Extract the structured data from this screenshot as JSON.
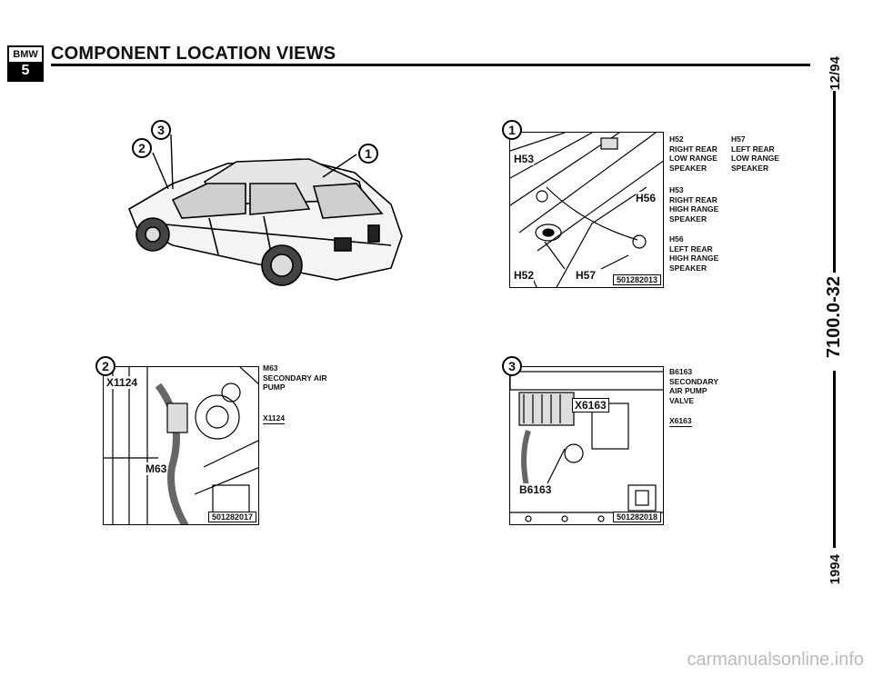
{
  "header": {
    "logo_top": "BMW",
    "logo_bottom": "5",
    "title": "COMPONENT LOCATION VIEWS"
  },
  "margin": {
    "date": "12/94",
    "code": "7100.0-32",
    "year": "1994"
  },
  "overview": {
    "callouts": [
      "1",
      "2",
      "3"
    ]
  },
  "fig1": {
    "callout": "1",
    "labels": {
      "h53": "H53",
      "h56": "H56",
      "h52": "H52",
      "h57": "H57"
    },
    "part_number": "501282013",
    "legend_left": [
      [
        "H52",
        "RIGHT REAR",
        "LOW RANGE",
        "SPEAKER"
      ],
      [
        "H53",
        "RIGHT REAR",
        "HIGH RANGE",
        "SPEAKER"
      ],
      [
        "H56",
        "LEFT REAR",
        "HIGH RANGE",
        "SPEAKER"
      ]
    ],
    "legend_right": [
      [
        "H57",
        "LEFT REAR",
        "LOW RANGE",
        "SPEAKER"
      ]
    ]
  },
  "fig2": {
    "callout": "2",
    "labels": {
      "x1124": "X1124",
      "m63": "M63"
    },
    "part_number": "501282017",
    "legend": [
      [
        "M63",
        "SECONDARY AIR",
        "PUMP"
      ],
      [
        "X1124"
      ]
    ]
  },
  "fig3": {
    "callout": "3",
    "labels": {
      "x6163": "X6163",
      "b6163": "B6163"
    },
    "part_number": "501282018",
    "legend": [
      [
        "B6163",
        "SECONDARY",
        "AIR PUMP",
        "VALVE"
      ],
      [
        "X6163"
      ]
    ]
  },
  "watermark": "carmanualsonline.info"
}
